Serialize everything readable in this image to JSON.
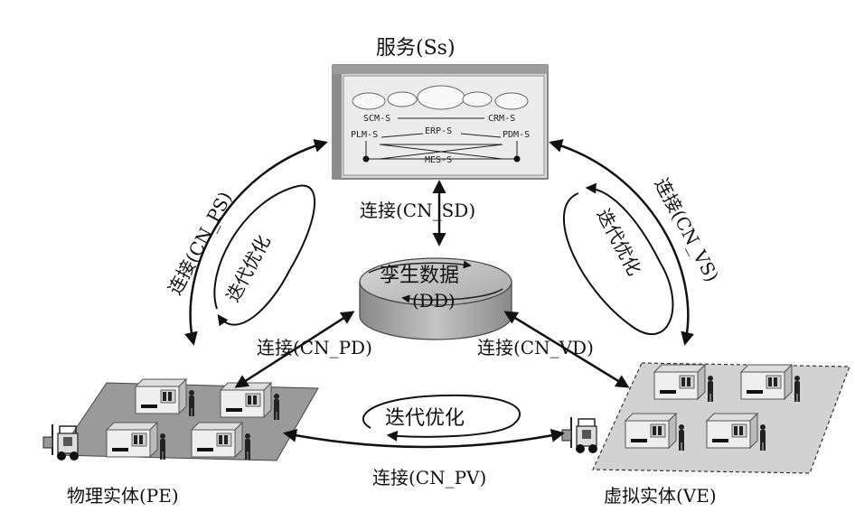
{
  "services": {
    "title": "服务(Ss)",
    "screen": {
      "header": "",
      "scm": "SCM-S",
      "crm": "CRM-S",
      "plm": "PLM-S",
      "erp": "ERP-S",
      "pdm": "PDM-S",
      "mes": "MES-S"
    }
  },
  "twin_data": {
    "title": "孪生数据",
    "abbr": "(DD)"
  },
  "physical": {
    "title": "物理实体(PE)"
  },
  "virtual": {
    "title": "虚拟实体(VE)"
  },
  "connections": {
    "ps": "连接(CN_PS)",
    "vs": "连接(CN_VS)",
    "sd": "连接(CN_SD)",
    "pd": "连接(CN_PD)",
    "vd": "连接(CN_VD)",
    "pv": "连接(CN_PV)"
  },
  "iteration": {
    "left": "迭代优化",
    "right": "迭代优化",
    "bottom": "迭代优化"
  },
  "colors": {
    "line": "#111111",
    "cylinder": "#bdbdbd",
    "screen": "#e8e8e8",
    "floor": "#9a9a9a",
    "floor_virtual": "#d2d2d2"
  }
}
